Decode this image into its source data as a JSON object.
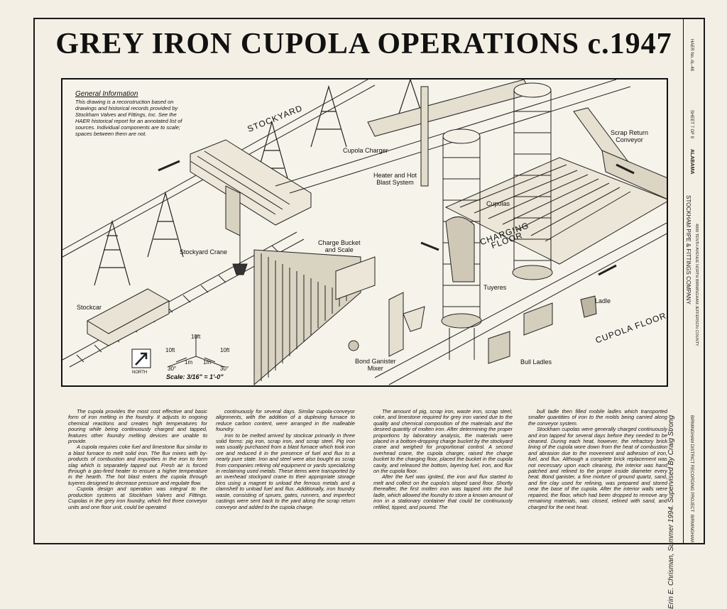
{
  "title": "GREY IRON CUPOLA OPERATIONS c.1947",
  "general_info": {
    "heading": "General Information",
    "body": "This drawing is a reconstruction based on drawings and historical records provided by Stockham Valves and Fittings, Inc. See the HAER historical report for an annotated list of sources. Individual components are to scale; spaces between them are not."
  },
  "labels": {
    "stockyard": "STOCKYARD",
    "cupola_charger": "Cupola Charger",
    "heater": "Heater and Hot\nBlast System",
    "scrap_return": "Scrap Return\nConveyor",
    "cupolas": "Cupolas",
    "charging_floor": "CHARGING\nFLOOR",
    "charge_bucket": "Charge Bucket\nand Scale",
    "stockyard_crane": "Stockyard Crane",
    "tuyeres": "Tuyeres",
    "ladle": "Ladle",
    "cupola_floor": "CUPOLA FLOOR",
    "stockcar": "Stockcar",
    "bond_mixer": "Bond Ganister\nMixer",
    "bull_ladles": "Bull Ladles",
    "north": "NORTH"
  },
  "scale": {
    "ten_ft_top": "10ft",
    "ten_ft_left": "10ft",
    "ten_ft_right": "10ft",
    "one_m_left": "1m",
    "one_m_right": "1m",
    "deg_left": "30°",
    "deg_right": "30°",
    "text": "Scale: 3/16\" = 1'-0\""
  },
  "columns": [
    [
      "The cupola provides the most cost effective and basic form of iron melting in the foundry. It adjusts to ongoing chemical reactions and creates high temperatures for pouring while being continuously charged and tapped, features other foundry melting devices are unable to provide.",
      "A cupola requires coke fuel and limestone flux similar to a blast furnace to melt solid iron. The flux mixes with by-products of combustion and impurities in the iron to form slag which is separately tapped out. Fresh air is forced through a gas-fired heater to ensure a higher temperature in the hearth. The hot blast enters the cupola through tuyeres designed to decrease pressure and regulate flow.",
      "Cupola design and operation was integral to the production systems at Stockham Valves and Fittings. Cupolas in the grey iron foundry, which fed three conveyor units and one floor unit, could be operated"
    ],
    [
      "continuously for several days. Similar cupola-conveyor alignments, with the addition of a duplexing furnace to reduce carbon content, were arranged in the malleable foundry.",
      "Iron to be melted arrived by stockcar primarily in three solid forms: pig iron, scrap iron, and scrap steel. Pig iron was usually purchased from a blast furnace which took iron ore and reduced it in the presence of fuel and flux to a nearly pure state. Iron and steel were also bought as scrap from companies retiring old equipment or yards specializing in reclaiming used metals. These items were transported by an overhead stockyard crane to their appropriate storage bins using a magnet to unload the ferrous metals and a clamshell to unload fuel and flux. Additionally, iron foundry waste, consisting of sprues, gates, runners, and imperfect castings were sent back to the yard along the scrap return conveyor and added to the cupola charge."
    ],
    [
      "The amount of pig, scrap iron, waste iron, scrap steel, coke, and limestone required for grey iron varied due to the quality and chemical composition of the materials and the desired quantity of molten iron. After determining the proper proportions by laboratory analysis, the materials were placed in a bottom-dropping charge bucket by the stockyard crane and weighed for proportional control. A second overhead crane, the cupola charger, raised the charge bucket to the charging floor, placed the bucket in the cupola cavity, and released the bottom, layering fuel, iron, and flux on the cupola floor.",
      "After the fuel was ignited, the iron and flux started to melt and collect on the cupola's sloped sand floor. Shortly thereafter, the first molten iron was tapped into the bull ladle, which allowed the foundry to store a known amount of iron in a stationary container that could be continuously refilled, tipped, and poured. The"
    ],
    [
      "bull ladle then filled mobile ladles which transported smaller quantities of iron to the molds being carried along the conveyor system.",
      "Stockham cupolas were generally charged continuously and iron tapped for several days before they needed to be cleaned. During each heat, however, the refractory brick lining of the cupola wore down from the heat of combustion and abrasion due to the movement and adhesion of iron, fuel, and flux. Although a complete brick replacement was not necessary upon each cleaning, the interior was hand patched and relined to the proper inside diameter every heat. Bond ganister, a fine mixture of ground quartz, sand, and fire clay used for relining, was prepared and stored near the base of the cupola. After the interior walls were repaired, the floor, which had been dropped to remove any remaining materials, was closed, relined with sand, and charged for the next heat."
    ]
  ],
  "credit": "Erin E. Chrisman, Summer 1994. Supervised By Craig Strong",
  "title_block": {
    "company": "STOCKHAM PIPE & FITTINGS COMPANY",
    "address": "4000 TENTH AVENUE NORTH  BIRMINGHAM  JEFFERSON COUNTY",
    "state": "ALABAMA",
    "project": "BIRMINGHAM DISTRICT RECORDING PROJECT",
    "city": "BIRMINGHAM",
    "haer_no": "HAER No. AL-48",
    "sheet": "SHEET 7 OF 9"
  }
}
